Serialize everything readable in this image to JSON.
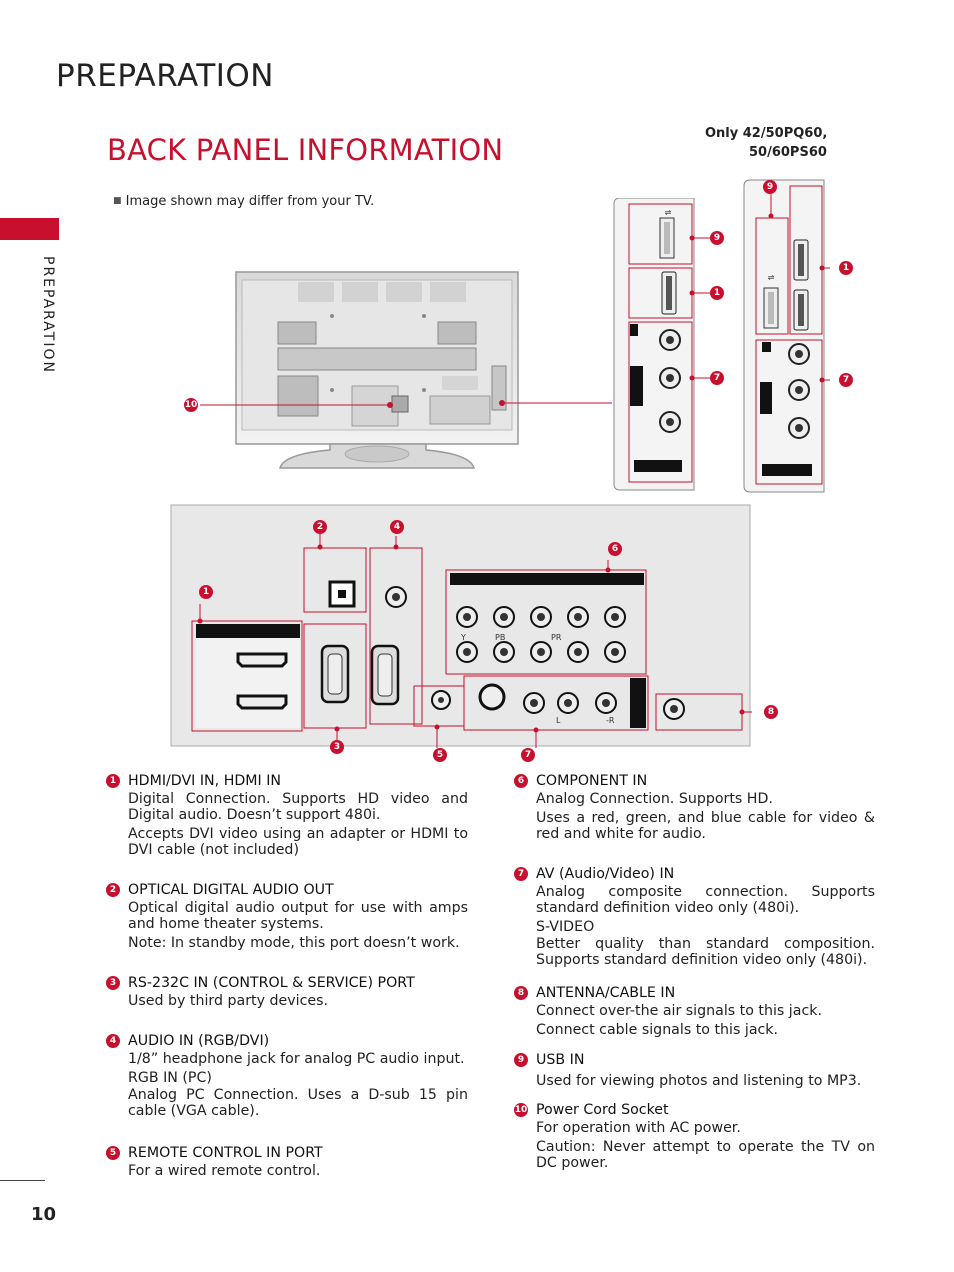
{
  "page": {
    "section_title": "PREPARATION",
    "side_label": "PREPARATION",
    "page_number": "10"
  },
  "header": {
    "title": "BACK PANEL INFORMATION",
    "note": "Image shown may differ from your TV.",
    "only_line1": "Only 42/50PQ60,",
    "only_line2": "50/60PS60"
  },
  "diagram": {
    "callouts": [
      "1",
      "2",
      "3",
      "4",
      "5",
      "6",
      "7",
      "8",
      "9",
      "10"
    ],
    "component_labels": [
      "Y",
      "PB",
      "PR"
    ],
    "audio_labels": [
      "L",
      "-R"
    ]
  },
  "items": [
    {
      "num": "1",
      "name": "HDMI/DVI IN, HDMI IN",
      "lines": [
        "Digital Connection. Supports HD video and Digital audio. Doesn’t support 480i.",
        "Accepts DVI video using an adapter or HDMI to DVI cable (not included)"
      ]
    },
    {
      "num": "2",
      "name": "OPTICAL DIGITAL AUDIO OUT",
      "lines": [
        "Optical digital audio output for use with amps and home theater systems.",
        "Note: In standby mode, this port doesn’t work."
      ]
    },
    {
      "num": "3",
      "name": "RS-232C IN (CONTROL & SERVICE) PORT",
      "lines": [
        "Used by third party devices."
      ]
    },
    {
      "num": "4",
      "name": "AUDIO IN (RGB/DVI)",
      "lines": [
        "1/8” headphone jack for analog PC audio input."
      ],
      "sub_name": "RGB IN (PC)",
      "sub_lines": [
        "Analog PC Connection. Uses a D-sub 15 pin cable (VGA cable)."
      ]
    },
    {
      "num": "5",
      "name": "REMOTE CONTROL IN PORT",
      "lines": [
        "For a wired remote control."
      ]
    },
    {
      "num": "6",
      "name": "COMPONENT IN",
      "lines": [
        "Analog Connection. Supports HD.",
        "Uses a red, green, and blue cable for video & red and white for audio."
      ]
    },
    {
      "num": "7",
      "name": "AV (Audio/Video) IN",
      "lines": [
        "Analog composite connection. Supports standard definition video only (480i)."
      ],
      "sub_name": "S-VIDEO",
      "sub_lines": [
        "Better quality than standard composition. Supports standard definition video only (480i)."
      ]
    },
    {
      "num": "8",
      "name": "ANTENNA/CABLE IN",
      "lines": [
        "Connect over-the air signals to this jack.",
        "Connect cable signals to this jack."
      ]
    },
    {
      "num": "9",
      "name": "USB IN",
      "lines": [
        "Used for viewing photos and listening to MP3."
      ]
    },
    {
      "num": "10",
      "name": "Power Cord Socket",
      "lines": [
        "For operation with AC power.",
        "Caution: Never attempt to operate the TV on DC power."
      ]
    }
  ]
}
